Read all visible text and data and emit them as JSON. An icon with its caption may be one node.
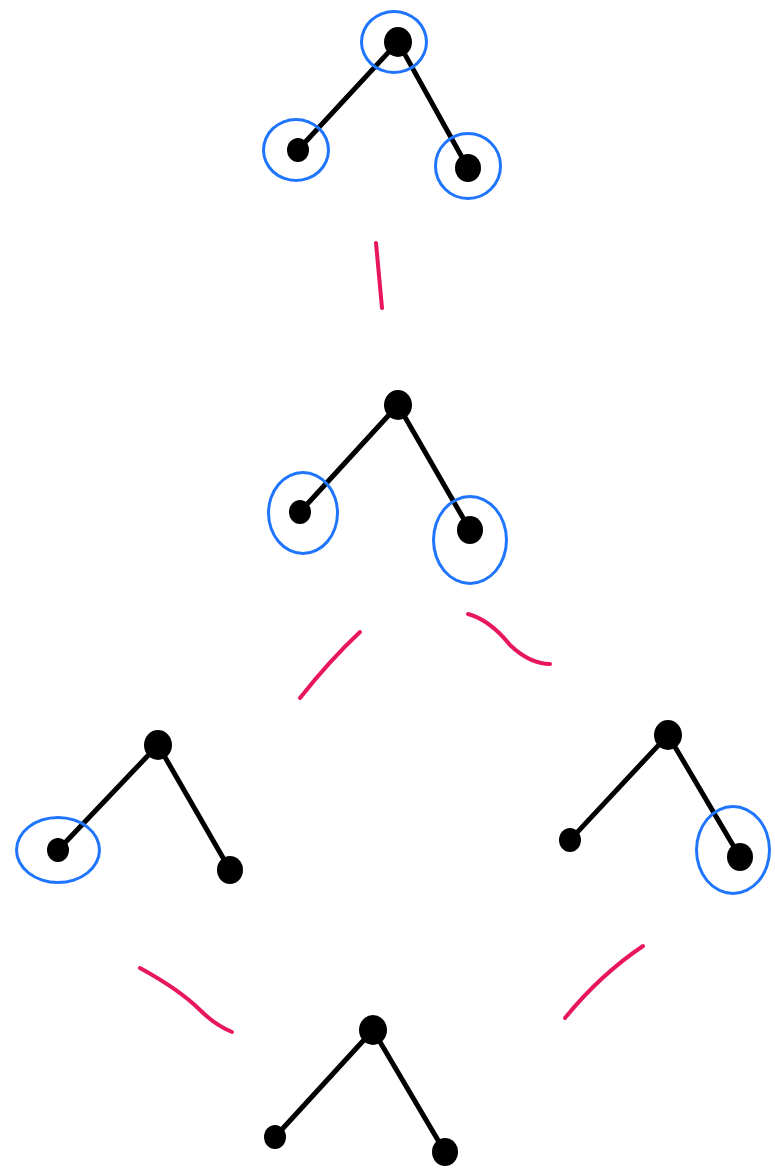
{
  "diagram": {
    "nodes": [
      {
        "text": [],
        "shape": "circle"
      },
      {
        "text": [],
        "shape": "dot",
        "in": 0
      },
      {
        "text": [],
        "shape": "circle"
      },
      {
        "text": [],
        "shape": "dot",
        "in": 2
      },
      {
        "text": [],
        "shape": "circle"
      },
      {
        "text": [],
        "shape": "dot",
        "in": 4
      },
      {
        "text": [],
        "shape": "dot"
      },
      {
        "text": [],
        "shape": "circle"
      },
      {
        "text": [],
        "shape": "dot",
        "in": 7
      },
      {
        "text": [],
        "shape": "circle"
      },
      {
        "text": [],
        "shape": "dot",
        "in": 9
      },
      {
        "text": [],
        "shape": "dot"
      },
      {
        "text": [],
        "shape": "circle"
      },
      {
        "text": [],
        "shape": "dot",
        "in": 12
      },
      {
        "text": [],
        "shape": "dot"
      },
      {
        "text": [],
        "shape": "dot"
      },
      {
        "text": [],
        "shape": "dot"
      },
      {
        "text": [],
        "shape": "circle"
      },
      {
        "text": [],
        "shape": "dot",
        "in": 17
      },
      {
        "text": [],
        "shape": "dot"
      },
      {
        "text": [],
        "shape": "dot"
      },
      {
        "text": [],
        "shape": "dot"
      }
    ],
    "edges": [
      {
        "from": 1,
        "to": 3,
        "arrow": "none"
      },
      {
        "from": 1,
        "to": 5,
        "arrow": "none"
      },
      {
        "from": 6,
        "to": 8,
        "arrow": "none"
      },
      {
        "from": 6,
        "to": 10,
        "arrow": "none"
      },
      {
        "from": 11,
        "to": 13,
        "arrow": "none"
      },
      {
        "from": 11,
        "to": 14,
        "arrow": "none"
      },
      {
        "from": 15,
        "to": 16,
        "arrow": "none"
      },
      {
        "from": 15,
        "to": 18,
        "arrow": "none"
      },
      {
        "from": 19,
        "to": 20,
        "arrow": "none"
      },
      {
        "from": 19,
        "to": 21,
        "arrow": "none"
      }
    ]
  }
}
